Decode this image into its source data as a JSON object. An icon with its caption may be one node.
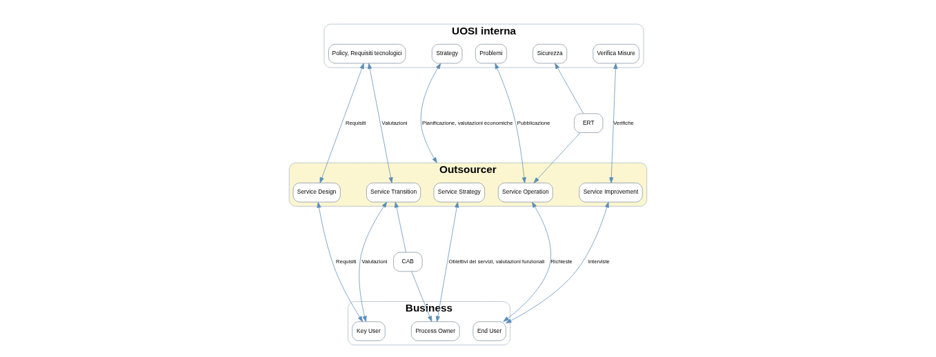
{
  "diagram": {
    "nodes": [
      {
        "text": [
          "UOSI interna"
        ]
      },
      {
        "text": [
          "Strategy"
        ],
        "in": 0
      },
      {
        "text": [
          "Policy, Requisiti tecnologici"
        ],
        "in": 0
      },
      {
        "text": [
          "Problemi"
        ],
        "in": 0
      },
      {
        "text": [
          "Sicurezza"
        ],
        "in": 0
      },
      {
        "text": [
          "Verifica Misure"
        ],
        "in": 0
      },
      {
        "text": [
          "Outsourcer"
        ]
      },
      {
        "text": [
          "Service Strategy"
        ],
        "in": 6
      },
      {
        "text": [
          "Service Design"
        ],
        "in": 6
      },
      {
        "text": [
          "Service Transition"
        ],
        "in": 6
      },
      {
        "text": [
          "Service Operation"
        ],
        "in": 6
      },
      {
        "text": [
          "Service Improvement"
        ],
        "in": 6
      },
      {
        "text": [
          "Business"
        ]
      },
      {
        "text": [
          "Process Owner"
        ],
        "in": 12
      },
      {
        "text": [
          "Key User"
        ],
        "in": 12
      },
      {
        "text": [
          "End User"
        ],
        "in": 12
      },
      {
        "text": [
          "CAB"
        ]
      },
      {
        "text": [
          "ERT"
        ]
      }
    ],
    "edges": [
      {
        "from": 1,
        "to": 6,
        "arrow": "both",
        "label": "Pianificazione, valutazioni economiche"
      },
      {
        "from": 7,
        "to": 13,
        "arrow": "both",
        "label": "Obiettivi dei servizi, valutazioni funzionali"
      },
      {
        "from": 2,
        "to": 8,
        "arrow": "both",
        "label": "Requisiti"
      },
      {
        "from": 2,
        "to": 9,
        "arrow": "both",
        "label": "Valutazioni"
      },
      {
        "from": 14,
        "to": 8,
        "arrow": "both",
        "label": "Requisiti"
      },
      {
        "from": 14,
        "to": 9,
        "arrow": "both",
        "label": "Valutazioni"
      },
      {
        "from": 16,
        "to": 9,
        "arrow": "to"
      },
      {
        "from": 16,
        "to": 13,
        "arrow": "to"
      },
      {
        "from": 10,
        "to": 3,
        "arrow": "both",
        "label": "Pubblicazione"
      },
      {
        "from": 17,
        "to": 4,
        "arrow": "to"
      },
      {
        "from": 17,
        "to": 10,
        "arrow": "to"
      },
      {
        "from": 15,
        "to": 10,
        "arrow": "both",
        "label": "Richieste"
      },
      {
        "from": 5,
        "to": 11,
        "arrow": "both",
        "label": "Verifiche"
      },
      {
        "from": 15,
        "to": 11,
        "arrow": "both",
        "label": "Interviste"
      }
    ]
  }
}
